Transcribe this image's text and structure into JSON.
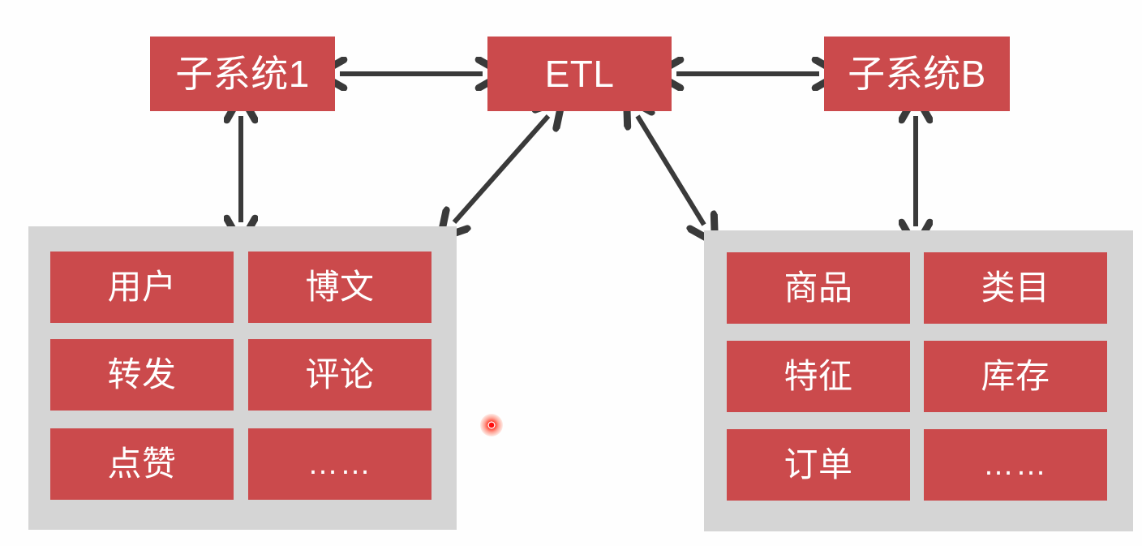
{
  "diagram": {
    "title_nodes": [
      {
        "id": "subsystem-1",
        "label": "子系统1"
      },
      {
        "id": "etl",
        "label": "ETL"
      },
      {
        "id": "subsystem-b",
        "label": "子系统B"
      }
    ],
    "groups": [
      {
        "id": "left-data-group",
        "cells": [
          {
            "label": "用户"
          },
          {
            "label": "博文"
          },
          {
            "label": "转发"
          },
          {
            "label": "评论"
          },
          {
            "label": "点赞"
          },
          {
            "label": "……"
          }
        ]
      },
      {
        "id": "right-data-group",
        "cells": [
          {
            "label": "商品"
          },
          {
            "label": "类目"
          },
          {
            "label": "特征"
          },
          {
            "label": "库存"
          },
          {
            "label": "订单"
          },
          {
            "label": "……"
          }
        ]
      }
    ],
    "connectors": [
      {
        "id": "sub1-etl",
        "kind": "double-arrow",
        "orientation": "horizontal"
      },
      {
        "id": "etl-subb",
        "kind": "double-arrow",
        "orientation": "horizontal"
      },
      {
        "id": "sub1-leftgroup",
        "kind": "double-arrow",
        "orientation": "vertical"
      },
      {
        "id": "subb-rightgroup",
        "kind": "double-arrow",
        "orientation": "vertical"
      },
      {
        "id": "etl-leftgroup",
        "kind": "double-arrow",
        "orientation": "diagonal"
      },
      {
        "id": "etl-rightgroup",
        "kind": "double-arrow",
        "orientation": "diagonal"
      }
    ],
    "marker": {
      "id": "click-marker",
      "color": "#ff1a00"
    },
    "colors": {
      "node_fill": "#cb4a4c",
      "node_text": "#ffffff",
      "group_fill": "#d5d5d5",
      "arrow": "#3a3a3a",
      "background": "#fefefe"
    }
  }
}
